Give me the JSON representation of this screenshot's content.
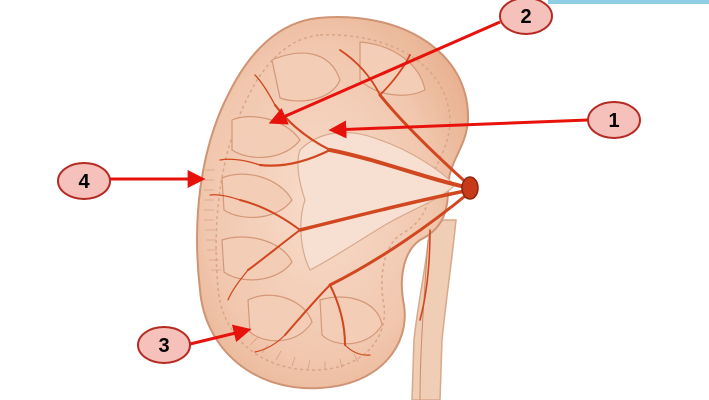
{
  "colors": {
    "arrow": "#e8120c",
    "bubble_fill": "#f5c1ba",
    "bubble_stroke": "#b52a22",
    "kidney_outer": "#efc2a9",
    "kidney_inner": "#f6d4c1",
    "vessel": "#d1471f",
    "accent_line": "#8ecfe6"
  },
  "labels": [
    {
      "id": "label-1",
      "text": "1"
    },
    {
      "id": "label-2",
      "text": "2"
    },
    {
      "id": "label-3",
      "text": "3"
    },
    {
      "id": "label-4",
      "text": "4"
    }
  ]
}
